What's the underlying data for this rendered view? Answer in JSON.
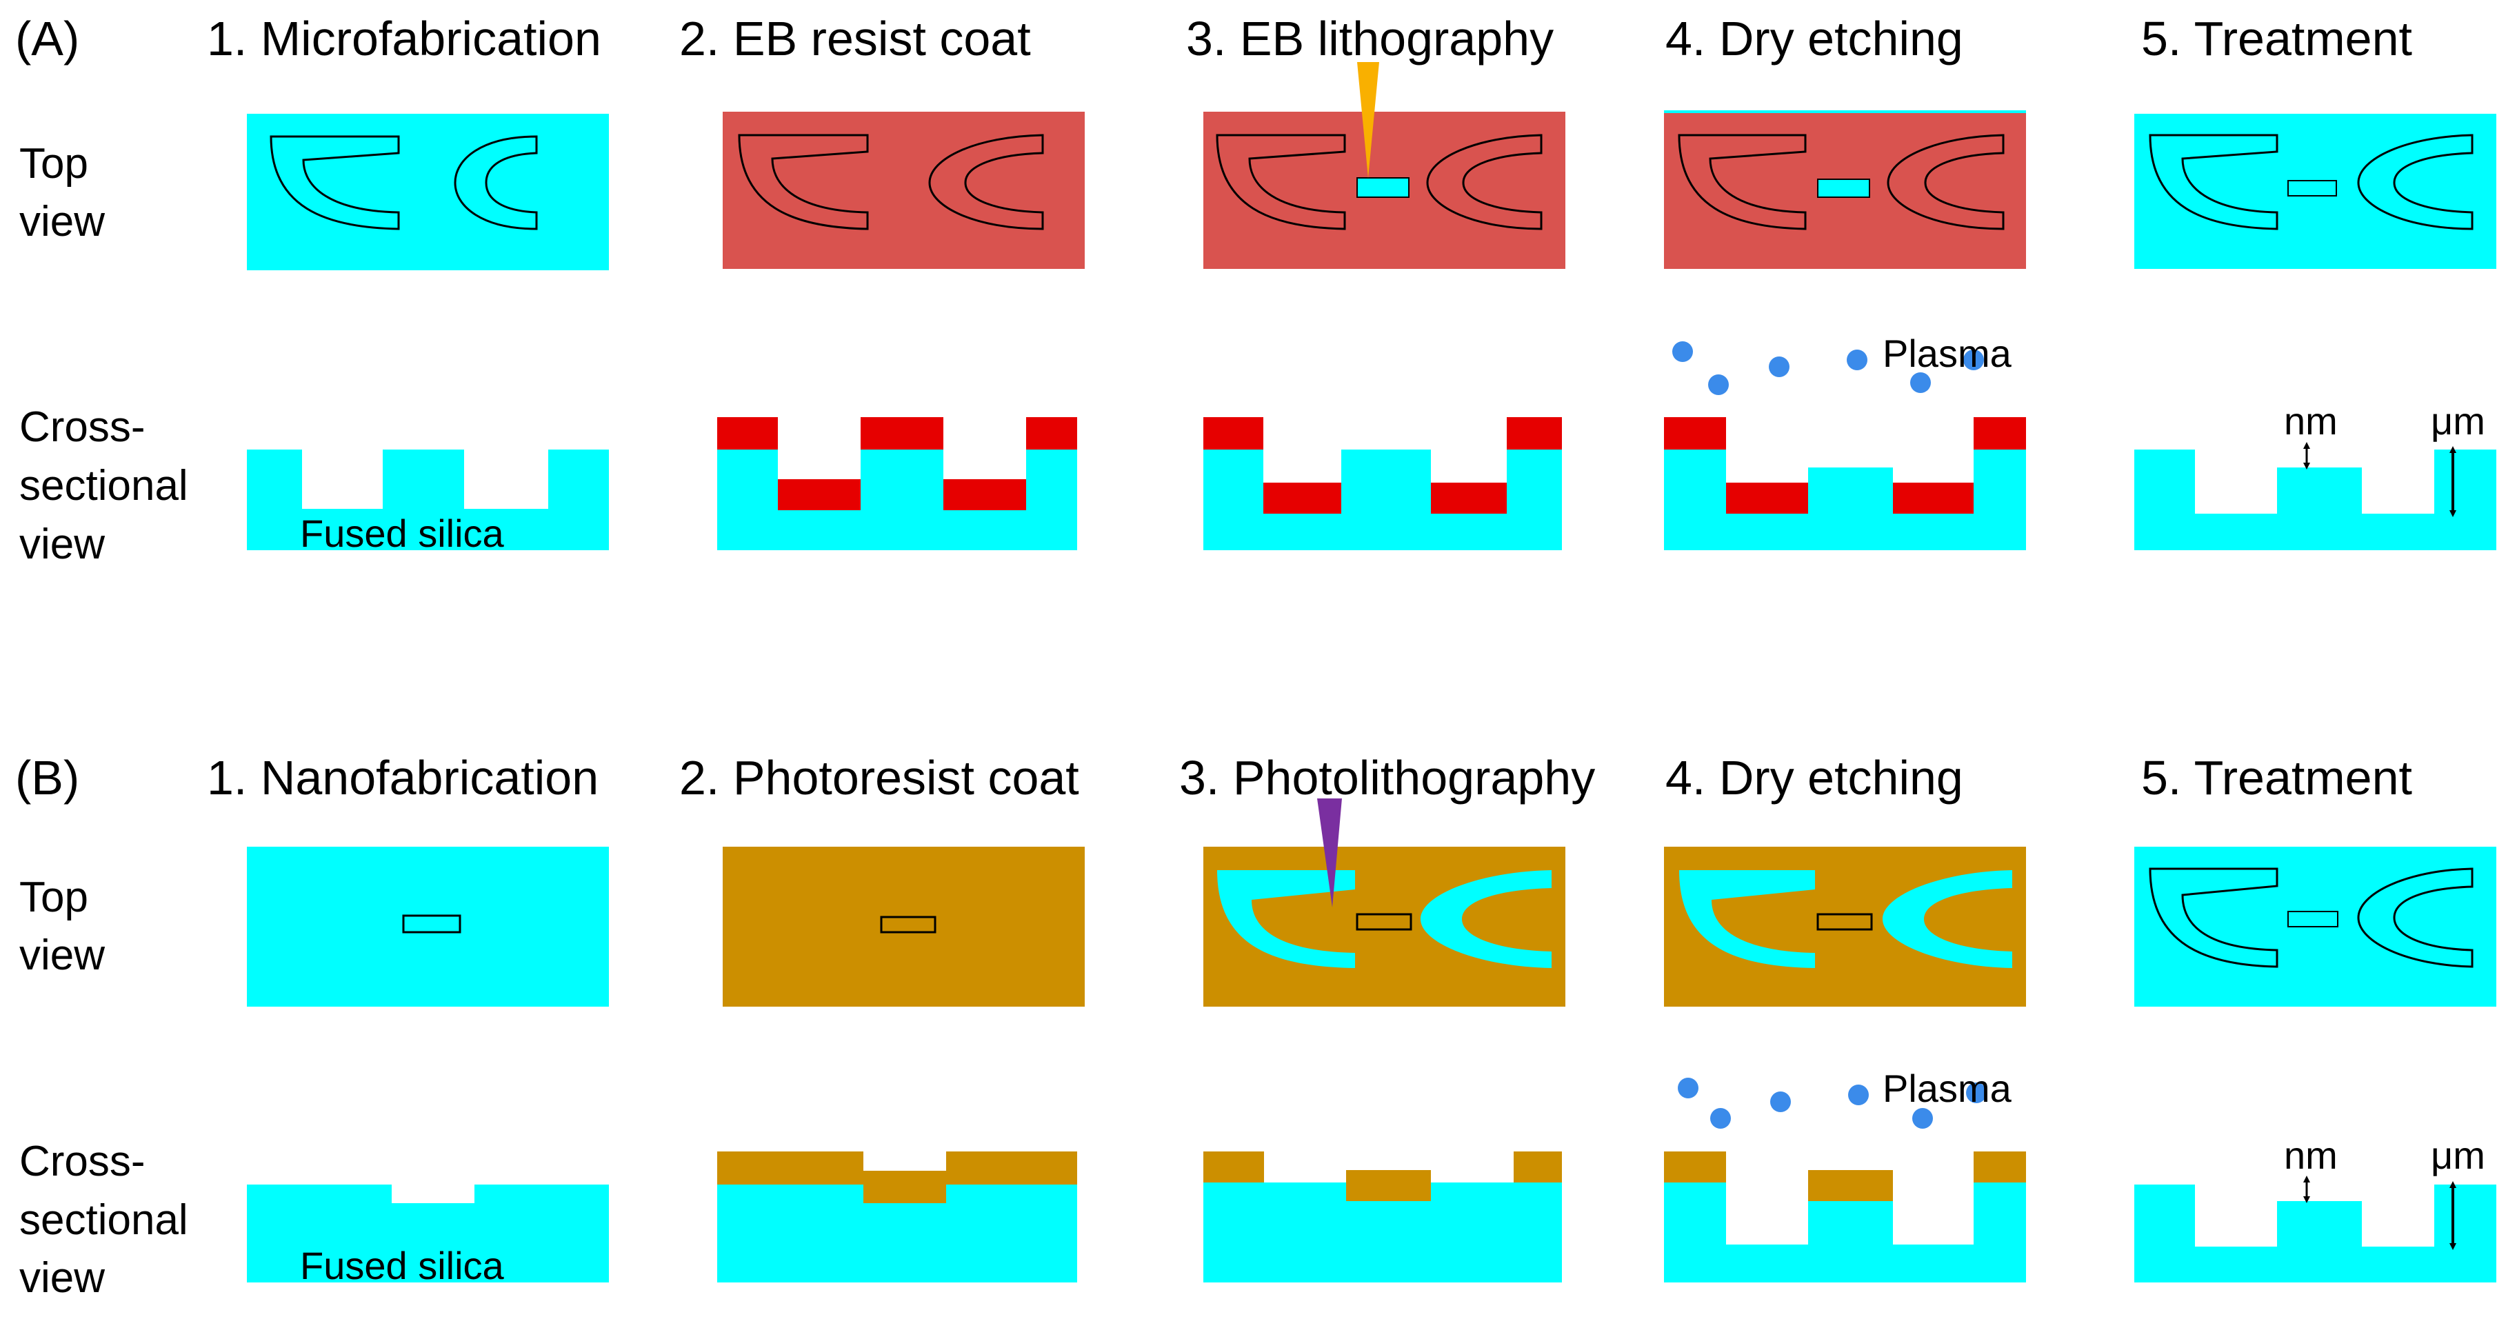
{
  "colors": {
    "silica": "#00ffff",
    "eb_resist_light": "#d9534f",
    "eb_resist_dark": "#e60000",
    "photoresist": "#cc8f00",
    "plasma": "#3b8bea",
    "eb_beam": "#f9b000",
    "uv_beam": "#7a2fa0"
  },
  "panel_a": {
    "label": "(A)",
    "steps": [
      "1. Microfabrication",
      "2. EB resist coat",
      "3. EB lithography",
      "4. Dry etching",
      "5. Treatment"
    ],
    "top_view_label": [
      "Top",
      "view"
    ],
    "cross_view_label": [
      "Cross-",
      "sectional",
      "view"
    ],
    "substrate_label": "Fused silica",
    "plasma_label": "Plasma",
    "nm_label": "nm",
    "um_label": "μm"
  },
  "panel_b": {
    "label": "(B)",
    "steps": [
      "1. Nanofabrication",
      "2. Photoresist coat",
      "3. Photolithography",
      "4. Dry etching",
      "5. Treatment"
    ],
    "top_view_label": [
      "Top",
      "view"
    ],
    "cross_view_label": [
      "Cross-",
      "sectional",
      "view"
    ],
    "substrate_label": "Fused silica",
    "plasma_label": "Plasma",
    "nm_label": "nm",
    "um_label": "μm"
  }
}
